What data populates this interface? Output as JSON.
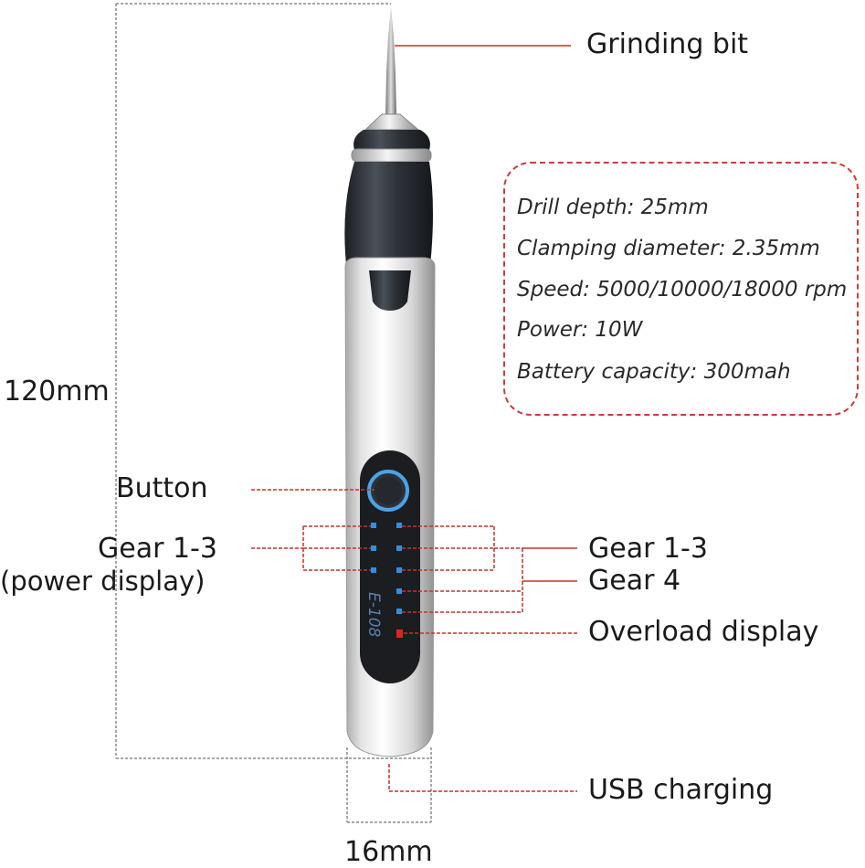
{
  "labels": {
    "grinding_bit": "Grinding bit",
    "button": "Button",
    "gear_left_line1": "Gear 1-3",
    "gear_left_line2": "(power display)",
    "gear_right_1_3": "Gear 1-3",
    "gear_4": "Gear 4",
    "overload": "Overload display",
    "usb": "USB charging",
    "height": "120mm",
    "width": "16mm"
  },
  "specs": [
    "Drill depth: 25mm",
    "Clamping diameter: 2.35mm",
    "Speed: 5000/10000/18000 rpm",
    "Power: 10W",
    "Battery capacity: 300mah"
  ],
  "device": {
    "model": "E-108"
  },
  "colors": {
    "leader_line": "#c9302c",
    "dimension_line": "#888888",
    "led_blue": "#2f8fe0",
    "led_red": "#e0241c",
    "body_silver": "#e8e8e8",
    "grip_dark": "#2c3036"
  }
}
